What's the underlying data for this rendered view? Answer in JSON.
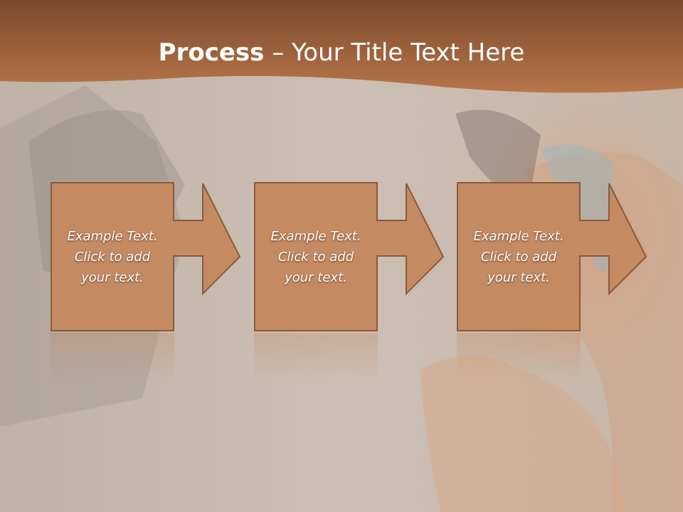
{
  "title": {
    "bold": "Process",
    "separator": " – ",
    "rest": "Your Title Text Here"
  },
  "steps": [
    {
      "text": "Example Text.\nClick  to add\nyour text."
    },
    {
      "text": "Example Text.\nClick  to add\nyour text."
    },
    {
      "text": "Example Text.\nClick  to add\nyour text."
    }
  ],
  "colors": {
    "header_dark": "#7a4a2a",
    "header_light": "#b8754a",
    "step_fill": "#c48a62",
    "step_border": "#8a5a3c",
    "background": "#c9bdb1"
  }
}
